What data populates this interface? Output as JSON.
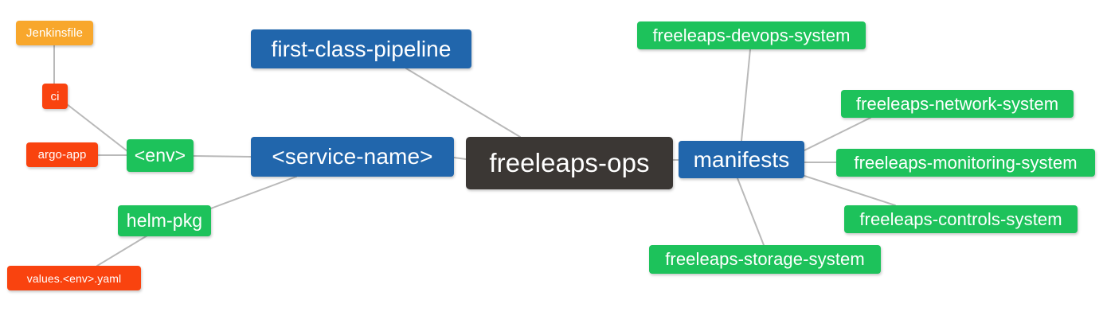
{
  "diagram": {
    "title": "freeleaps-ops repository structure mind map",
    "type": "mindmap",
    "background": "#ffffff",
    "edge_color": "#b9b9b9",
    "palette": {
      "root_dark": "#3b3734",
      "blue": "#2166ac",
      "green": "#1dc25b",
      "orange": "#f8a72c",
      "red": "#f9430f",
      "text": "#ffffff"
    },
    "nodes": [
      {
        "id": "freeleaps-ops",
        "label": "freeleaps-ops",
        "color": "#3b3734",
        "level": 0
      },
      {
        "id": "first-class-pipeline",
        "label": "first-class-pipeline",
        "color": "#2166ac",
        "level": 1
      },
      {
        "id": "service-name",
        "label": "<service-name>",
        "color": "#2166ac",
        "level": 1
      },
      {
        "id": "manifests",
        "label": "manifests",
        "color": "#2166ac",
        "level": 1
      },
      {
        "id": "env",
        "label": "<env>",
        "color": "#1dc25b",
        "level": 2
      },
      {
        "id": "helm-pkg",
        "label": "helm-pkg",
        "color": "#1dc25b",
        "level": 2
      },
      {
        "id": "jenkinsfile",
        "label": "Jenkinsfile",
        "color": "#f8a72c",
        "level": 4
      },
      {
        "id": "ci",
        "label": "ci",
        "color": "#f9430f",
        "level": 3
      },
      {
        "id": "argo-app",
        "label": "argo-app",
        "color": "#f9430f",
        "level": 3
      },
      {
        "id": "values-env-yaml",
        "label": "values.<env>.yaml",
        "color": "#f9430f",
        "level": 3
      },
      {
        "id": "freeleaps-devops-system",
        "label": "freeleaps-devops-system",
        "color": "#1dc25b",
        "level": 2
      },
      {
        "id": "freeleaps-network-system",
        "label": "freeleaps-network-system",
        "color": "#1dc25b",
        "level": 2
      },
      {
        "id": "freeleaps-monitoring-system",
        "label": "freeleaps-monitoring-system",
        "color": "#1dc25b",
        "level": 2
      },
      {
        "id": "freeleaps-controls-system",
        "label": "freeleaps-controls-system",
        "color": "#1dc25b",
        "level": 2
      },
      {
        "id": "freeleaps-storage-system",
        "label": "freeleaps-storage-system",
        "color": "#1dc25b",
        "level": 2
      }
    ],
    "edges": [
      {
        "from": "jenkinsfile",
        "to": "ci"
      },
      {
        "from": "ci",
        "to": "env"
      },
      {
        "from": "argo-app",
        "to": "env"
      },
      {
        "from": "env",
        "to": "service-name"
      },
      {
        "from": "values-env-yaml",
        "to": "helm-pkg"
      },
      {
        "from": "helm-pkg",
        "to": "service-name"
      },
      {
        "from": "service-name",
        "to": "freeleaps-ops"
      },
      {
        "from": "first-class-pipeline",
        "to": "freeleaps-ops"
      },
      {
        "from": "freeleaps-ops",
        "to": "manifests"
      },
      {
        "from": "manifests",
        "to": "freeleaps-devops-system"
      },
      {
        "from": "manifests",
        "to": "freeleaps-network-system"
      },
      {
        "from": "manifests",
        "to": "freeleaps-monitoring-system"
      },
      {
        "from": "manifests",
        "to": "freeleaps-controls-system"
      },
      {
        "from": "manifests",
        "to": "freeleaps-storage-system"
      }
    ]
  }
}
